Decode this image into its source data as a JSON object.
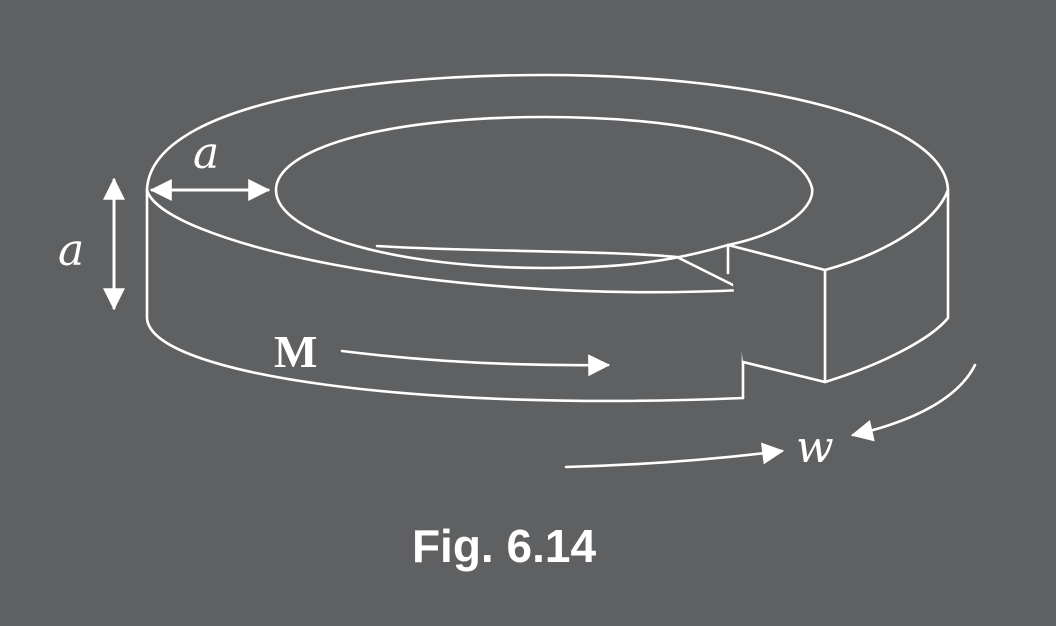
{
  "figure": {
    "labels": {
      "radial_width": "a",
      "height": "a",
      "magnetization": "M",
      "gap": "w"
    },
    "caption": "Fig. 6.14"
  }
}
